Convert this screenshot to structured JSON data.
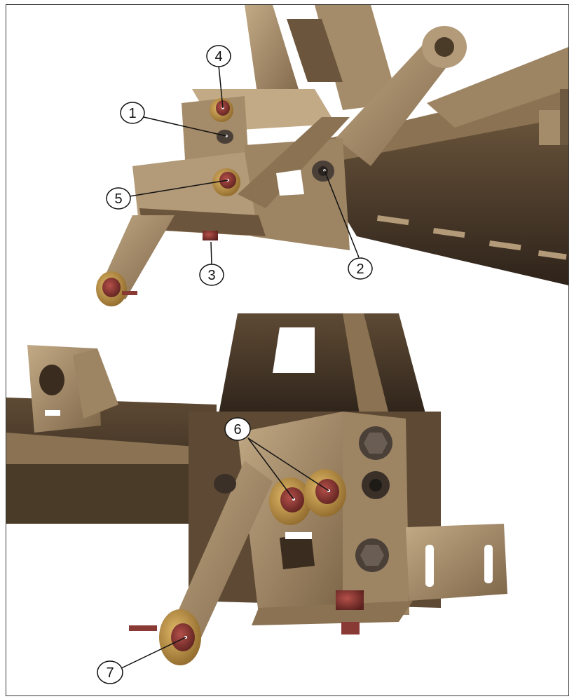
{
  "colors": {
    "metal_light": "#b39a78",
    "metal_mid": "#8f7657",
    "metal_dark": "#5e4a34",
    "metal_shadow": "#3a2c1f",
    "bolt_red": "#8a3a35",
    "washer": "#b8904a",
    "nut_dark": "#4a4038",
    "callout_fill": "#ffffff",
    "callout_stroke": "#111111"
  },
  "icons": {
    "bolt": "hex-bolt-icon",
    "washer": "washer-icon",
    "nut": "hex-nut-icon"
  },
  "callouts": {
    "c1": "1",
    "c2": "2",
    "c3": "3",
    "c4": "4",
    "c5": "5",
    "c6": "6",
    "c7": "7"
  }
}
